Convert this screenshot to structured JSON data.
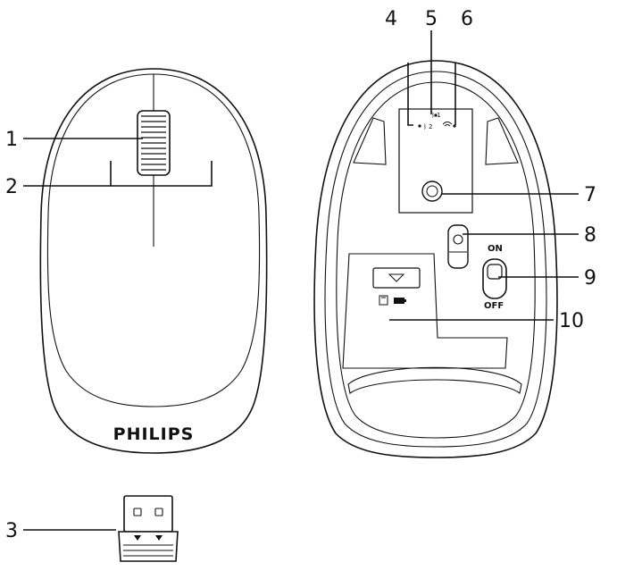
{
  "callouts": [
    "1",
    "2",
    "3",
    "4",
    "5",
    "6",
    "7",
    "8",
    "9",
    "10"
  ],
  "brand": "PHILIPS",
  "switch": {
    "on_label": "ON",
    "off_label": "OFF"
  },
  "channels": [
    "2",
    "1"
  ],
  "icons": [
    "bluetooth-icon",
    "wifi-icon",
    "battery-icon",
    "eject-arrow-icon"
  ]
}
